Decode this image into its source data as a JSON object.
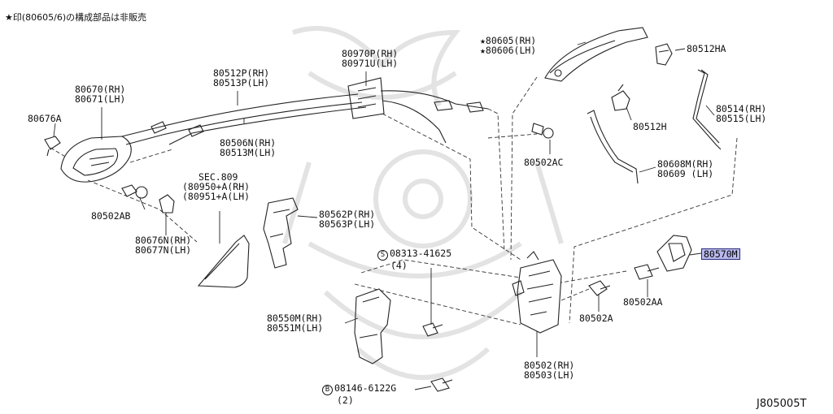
{
  "note": "★印(80605/6)の構成部品は非販売",
  "diagram_id": "J805005T",
  "labels": {
    "l_80670": [
      "80670(RH)",
      "80671(LH)"
    ],
    "l_80676a": "80676A",
    "l_80512p": [
      "80512P(RH)",
      "80513P(LH)"
    ],
    "l_80506n": [
      "80506N(RH)",
      "80513M(LH)"
    ],
    "l_80970p": [
      "80970P(RH)",
      "80971U(LH)"
    ],
    "l_80605": [
      "★80605(RH)",
      "★80606(LH)"
    ],
    "l_80512ha": "80512HA",
    "l_80514": [
      "80514(RH)",
      "80515(LH)"
    ],
    "l_80512h": "80512H",
    "l_80502ac": "80502AC",
    "l_80608m": [
      "80608M(RH)",
      "80609  (LH)"
    ],
    "l_sec809": [
      "SEC.809",
      "(80950+A(RH)",
      "(80951+A(LH)"
    ],
    "l_80502ab": "80502AB",
    "l_80676n": [
      "80676N(RH)",
      "80677N(LH)"
    ],
    "l_80562p": [
      "80562P(RH)",
      "80563P(LH)"
    ],
    "l_s_bolt": {
      "symbol": "S",
      "part": "08313-41625",
      "qty": "(4)"
    },
    "l_80570m": "80570M",
    "l_80502aa": "80502AA",
    "l_80502a": "80502A",
    "l_80550m": [
      "80550M(RH)",
      "80551M(LH)"
    ],
    "l_80502": [
      "80502(RH)",
      "80503(LH)"
    ],
    "l_b_bolt": {
      "symbol": "B",
      "part": "08146-6122G",
      "qty": "(2)"
    }
  },
  "colors": {
    "highlight": "#b9b9ee",
    "ink": "#222222",
    "watermark": "#e3e3e3"
  }
}
